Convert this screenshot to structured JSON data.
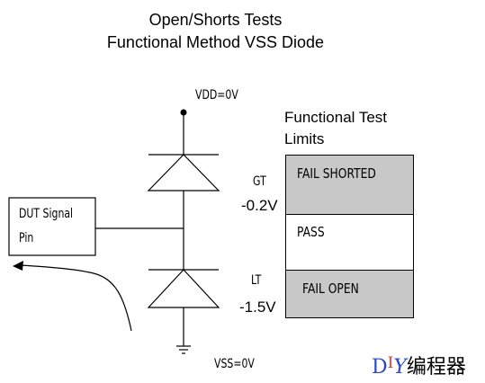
{
  "title": {
    "line1": "Open/Shorts Tests",
    "line2": "Functional Method  VSS Diode"
  },
  "circuit": {
    "vdd_label": "VDD=0V",
    "vss_label": "VSS=0V",
    "dut_label_line1": "DUT Signal",
    "dut_label_line2": "Pin"
  },
  "limits": {
    "heading_line1": "Functional Test",
    "heading_line2": "Limits",
    "gt_label": "GT",
    "gt_value": "-0.2V",
    "lt_label": "LT",
    "lt_value": "-1.5V",
    "zones": [
      {
        "label": "FAIL SHORTED",
        "color": "#c8c8c8"
      },
      {
        "label": "PASS",
        "color": "#ffffff"
      },
      {
        "label": "FAIL OPEN",
        "color": "#c8c8c8"
      }
    ]
  },
  "watermark": {
    "d": "D",
    "i": "I",
    "y": "Y",
    "text": "编程器",
    "colors": {
      "d": "#2a49c8",
      "i": "#e33a2b",
      "y": "#2a49c8"
    }
  }
}
